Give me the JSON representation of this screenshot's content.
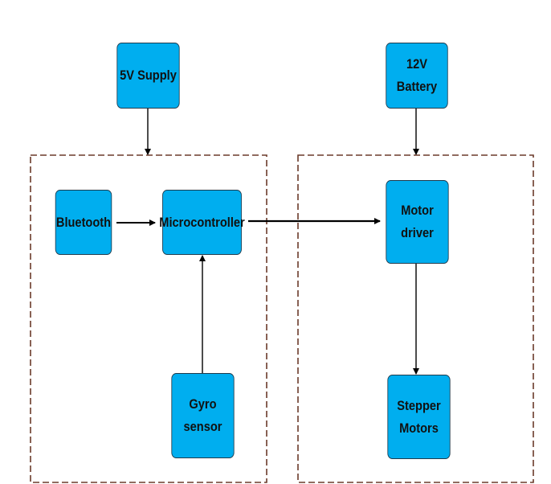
{
  "diagram": {
    "blocks": {
      "supply_5v": "5V Supply",
      "battery_12v": "12V Battery",
      "bluetooth": "Bluetooth",
      "microcontroller": "Microcontroller",
      "gyro_sensor": "Gyro\nsensor",
      "motor_driver": "Motor\ndriver",
      "stepper_motors": "Stepper\nMotors"
    },
    "connections": [
      {
        "from": "5V Supply",
        "to": "Microcontroller group"
      },
      {
        "from": "12V Battery",
        "to": "Motor driver group"
      },
      {
        "from": "Bluetooth",
        "to": "Microcontroller"
      },
      {
        "from": "Gyro sensor",
        "to": "Microcontroller"
      },
      {
        "from": "Microcontroller",
        "to": "Motor driver"
      },
      {
        "from": "Motor driver",
        "to": "Stepper Motors"
      }
    ],
    "colors": {
      "block_fill": "#00aeef",
      "block_border": "#1f3b4d",
      "group_border": "#6b3a2a",
      "arrow": "#000000",
      "text": "#111111"
    }
  }
}
